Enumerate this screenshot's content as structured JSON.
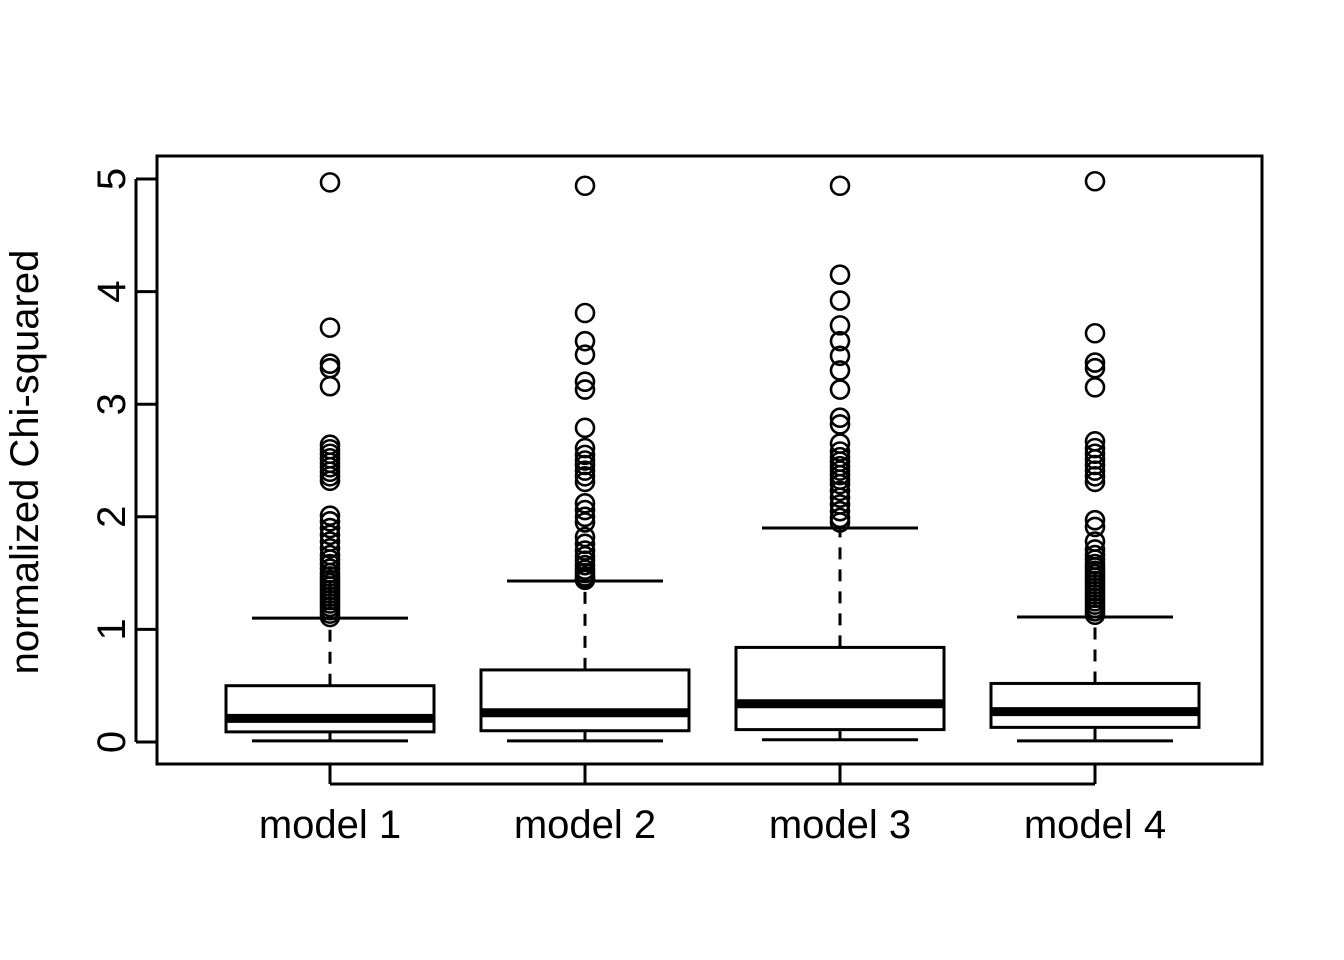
{
  "chart_data": {
    "type": "box",
    "title": "",
    "xlabel": "",
    "ylabel": "normalized Chi-squared",
    "categories": [
      "model 1",
      "model 2",
      "model 3",
      "model 4"
    ],
    "ylim": [
      -0.08,
      5.1
    ],
    "yticks": [
      0,
      1,
      2,
      3,
      4,
      5
    ],
    "ytick_labels": [
      "0",
      "1",
      "2",
      "3",
      "4",
      "5"
    ],
    "grid": false,
    "legend": "none",
    "frame": "box",
    "series": [
      {
        "name": "model 1",
        "q1": 0.09,
        "median": 0.21,
        "q3": 0.5,
        "whisker_low": 0.01,
        "whisker_high": 1.1,
        "outliers": [
          4.97,
          3.68,
          3.36,
          3.32,
          3.16,
          2.64,
          2.6,
          2.56,
          2.52,
          2.48,
          2.44,
          2.4,
          2.36,
          2.32,
          2.01,
          1.96,
          1.9,
          1.84,
          1.78,
          1.72,
          1.66,
          1.62,
          1.58,
          1.54,
          1.5,
          1.47,
          1.44,
          1.41,
          1.38,
          1.35,
          1.32,
          1.29,
          1.26,
          1.23,
          1.2,
          1.17,
          1.14,
          1.11
        ]
      },
      {
        "name": "model 2",
        "q1": 0.1,
        "median": 0.26,
        "q3": 0.64,
        "whisker_low": 0.01,
        "whisker_high": 1.43,
        "outliers": [
          4.94,
          3.81,
          3.56,
          3.44,
          3.2,
          3.13,
          2.79,
          2.61,
          2.55,
          2.5,
          2.46,
          2.41,
          2.36,
          2.31,
          2.12,
          2.06,
          2.0,
          1.95,
          1.82,
          1.76,
          1.7,
          1.65,
          1.61,
          1.57,
          1.53,
          1.5,
          1.47,
          1.45,
          1.44
        ]
      },
      {
        "name": "model 3",
        "q1": 0.11,
        "median": 0.34,
        "q3": 0.84,
        "whisker_low": 0.02,
        "whisker_high": 1.9,
        "outliers": [
          4.94,
          4.15,
          3.92,
          3.7,
          3.56,
          3.43,
          3.3,
          3.13,
          2.88,
          2.82,
          2.65,
          2.58,
          2.53,
          2.49,
          2.45,
          2.41,
          2.37,
          2.33,
          2.29,
          2.23,
          2.17,
          2.11,
          2.05,
          1.99,
          1.95
        ]
      },
      {
        "name": "model 4",
        "q1": 0.13,
        "median": 0.27,
        "q3": 0.52,
        "whisker_low": 0.01,
        "whisker_high": 1.11,
        "outliers": [
          4.98,
          3.63,
          3.37,
          3.32,
          3.15,
          2.67,
          2.61,
          2.56,
          2.51,
          2.46,
          2.41,
          2.36,
          2.31,
          1.97,
          1.91,
          1.78,
          1.71,
          1.66,
          1.62,
          1.58,
          1.55,
          1.52,
          1.49,
          1.46,
          1.43,
          1.4,
          1.37,
          1.34,
          1.31,
          1.28,
          1.25,
          1.22,
          1.19,
          1.16,
          1.13
        ]
      }
    ]
  },
  "axes": {
    "y_title": "normalized Chi-squared"
  }
}
